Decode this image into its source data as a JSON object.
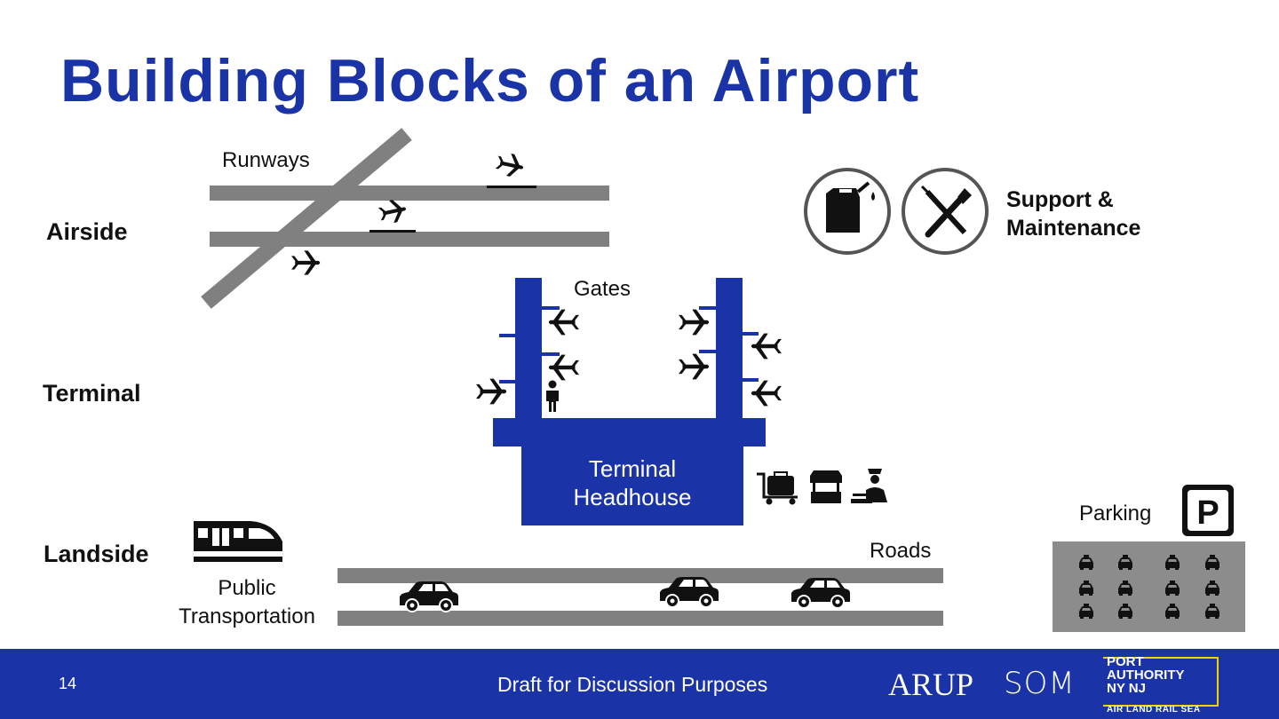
{
  "title": "Building Blocks of an Airport",
  "zones": {
    "airside": "Airside",
    "terminal": "Terminal",
    "landside": "Landside"
  },
  "labels": {
    "runways": "Runways",
    "gates": "Gates",
    "terminal_headhouse_line1": "Terminal",
    "terminal_headhouse_line2": "Headhouse",
    "support_line1": "Support &",
    "support_line2": "Maintenance",
    "parking": "Parking",
    "roads": "Roads",
    "public_transport_line1": "Public",
    "public_transport_line2": "Transportation"
  },
  "icons": {
    "fuel": "fuel-can-icon",
    "tools": "tools-icon",
    "parking": "parking-sign-icon",
    "train": "train-icon",
    "car": "car-icon",
    "plane": "airplane-icon",
    "person": "person-icon",
    "luggage": "luggage-cart-icon",
    "shop": "shop-stall-icon",
    "agent": "security-agent-icon"
  },
  "colors": {
    "brand_blue": "#1a33a6",
    "road_gray": "#808080",
    "lot_gray": "#8c8c8c",
    "logo_yellow": "#f2d300"
  },
  "footer": {
    "page_number": "14",
    "draft_text": "Draft for Discussion Purposes",
    "logo_arup": "ARUP",
    "logo_som": "SOM",
    "logo_port_authority": "PORT\nAUTHORITY\nNY NJ",
    "logo_tagline": "AIR LAND RAIL SEA"
  }
}
